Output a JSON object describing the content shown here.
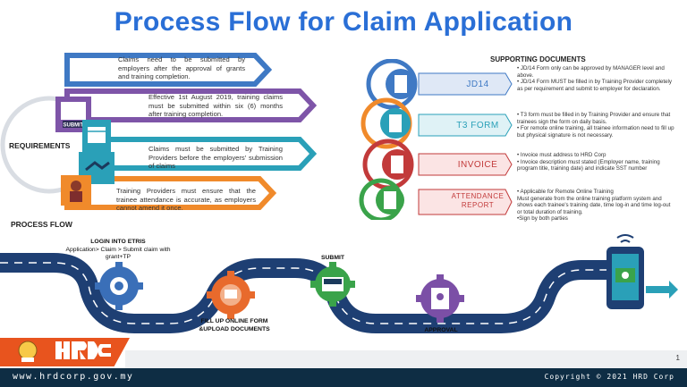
{
  "title": "Process Flow for Claim Application",
  "requirements": {
    "label": "REQUIREMENTS",
    "items": [
      {
        "text": "Claims need to be submitted by employers after the approval of grants and training completion.",
        "icon": "submit-form-icon"
      },
      {
        "text": "Effective 1st August 2019, training claims must be submitted within six (6) months after training completion.",
        "icon": "calendar-icon"
      },
      {
        "text": "Claims must be submitted by Training Providers before the employers' submission of claims",
        "icon": "handshake-icon"
      },
      {
        "text": "Training Providers must ensure that the trainee attendance is accurate, as employers cannot amend it once.",
        "icon": "trainee-icon"
      }
    ]
  },
  "supporting": {
    "title": "SUPPORTING DOCUMENTS",
    "docs": [
      {
        "label": "JD14",
        "notes": [
          "• JD/14 Form only can be approved by MANAGER level and above.",
          "• JD/14 Form MUST be filled in by Training Provider completely as per requirement and submit to employer for declaration."
        ]
      },
      {
        "label": "T3 FORM",
        "notes": [
          "• T3 form must be filled in by Training Provider and ensure that trainees sign the form on daily basis.",
          "• For remote online training, all trainee information need to fill up but physical signature is not necessary."
        ]
      },
      {
        "label": "INVOICE",
        "notes": [
          "• Invoice must address to HRD Corp",
          "• Invoice description must stated (Employer name, training program title, training date) and indicate SST number"
        ]
      },
      {
        "label": "ATTENDANCE REPORT",
        "notes": [
          "• Applicable for Remote Online Training",
          "Must generate from the online training platform system and shows each trainee's training date, time log-in and time log-out or total duration of training.",
          "•Sign by both parties"
        ]
      }
    ]
  },
  "process": {
    "label": "PROCESS FLOW",
    "steps": [
      {
        "title": "LOGIN INTO ETRIS",
        "detail": "Application> Claim > Submit claim with grant+TP"
      },
      {
        "title": "FILL UP ONLINE FORM &UPLOAD DOCUMENTS",
        "detail": ""
      },
      {
        "title": "SUBMIT",
        "detail": ""
      },
      {
        "title": "APPROVAL",
        "detail": ""
      }
    ]
  },
  "logos": {
    "brand": "HRDCORP"
  },
  "footer": {
    "website": "www.hrdcorp.gov.my",
    "copyright": "Copyright © 2021 HRD Corp",
    "page": "1"
  },
  "colors": {
    "title": "#2a6fd6",
    "blue_chevron": "#3f79c4",
    "purple_chevron": "#7e55a8",
    "teal_chevron": "#2aa0b8",
    "orange_chevron": "#f08a2b",
    "road": "#1e3f73",
    "gear_blue": "#3a6fb8",
    "gear_orange": "#e86a2c",
    "gear_green": "#3aa34a",
    "gear_purple": "#7b4fa6",
    "footer": "#0e2d44"
  }
}
